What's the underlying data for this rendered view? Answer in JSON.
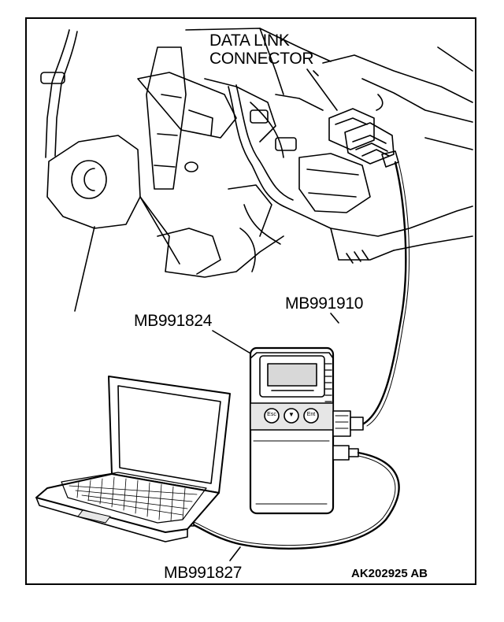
{
  "labels": {
    "connector_line1": "DATA LINK",
    "connector_line2": "CONNECTOR",
    "tester": "MB991824",
    "cable_upper": "MB991910",
    "cable_lower": "MB991827",
    "figure_code": "AK202925 AB"
  },
  "tester_buttons": {
    "left": "Esc",
    "middle": "▼",
    "right": "Ent"
  },
  "colors": {
    "ink": "#000000",
    "paper": "#ffffff",
    "screen": "#d8d8d8",
    "panel": "#e6e6e6"
  }
}
